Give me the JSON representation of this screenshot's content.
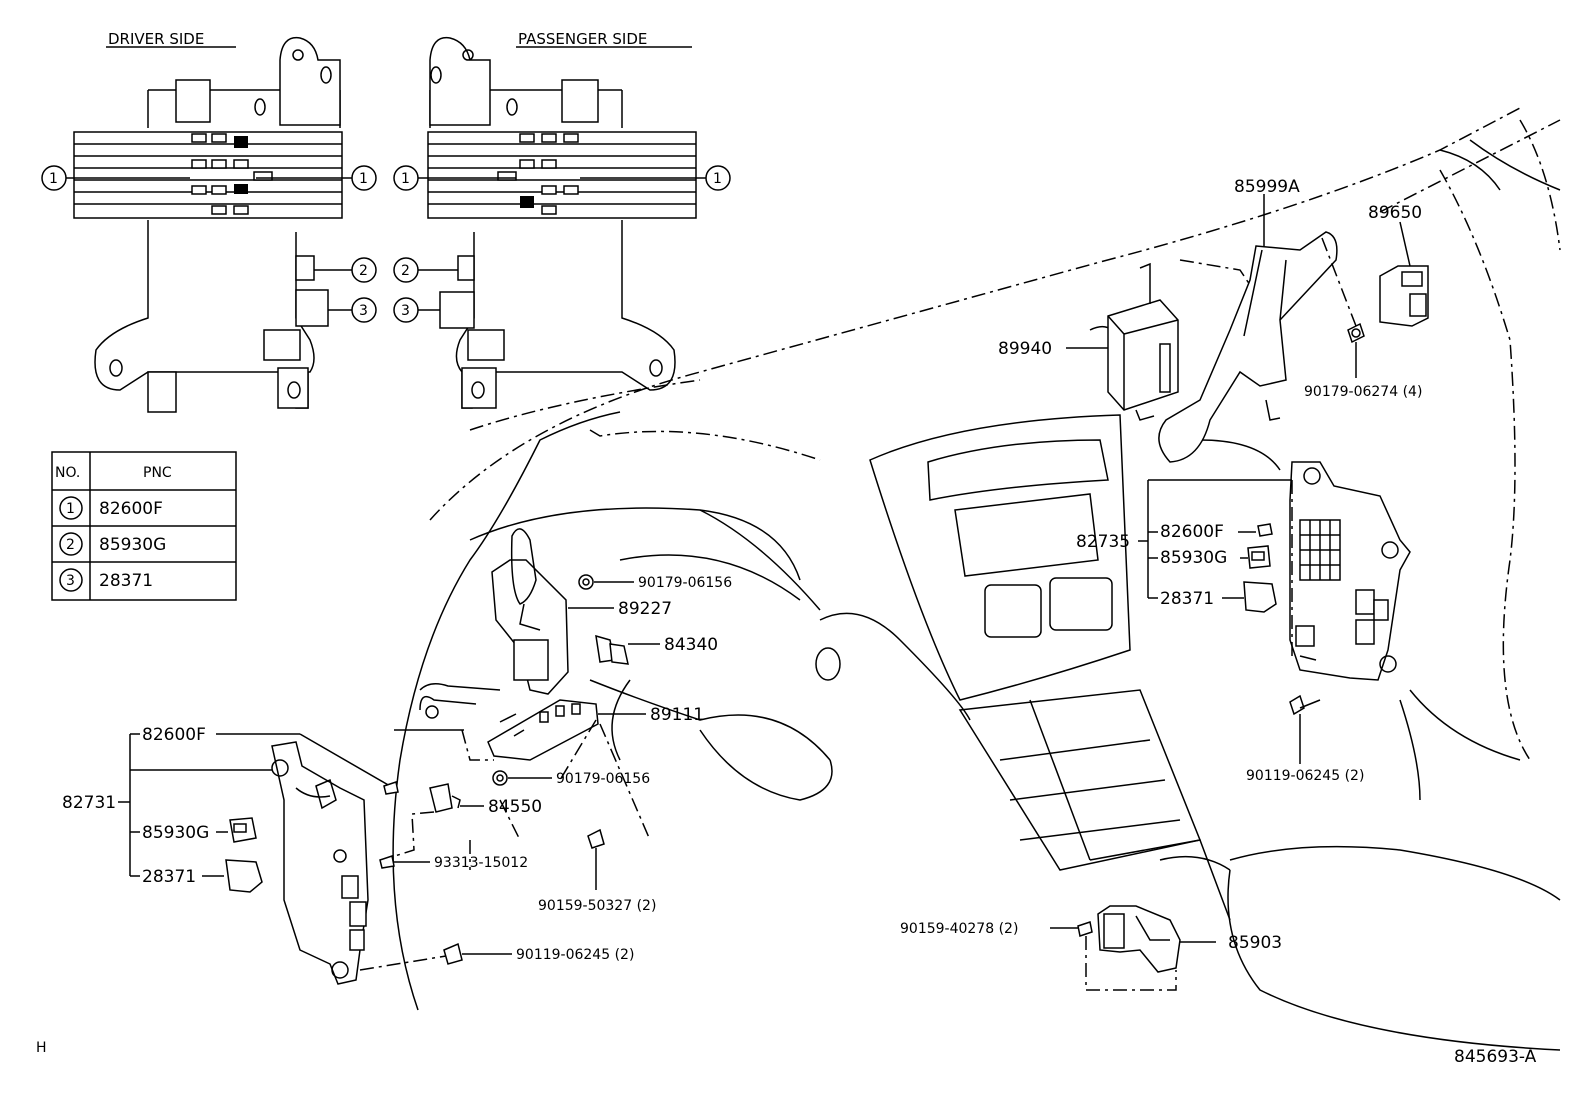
{
  "headers": {
    "driver_side": "DRIVER SIDE",
    "passenger_side": "PASSENGER SIDE"
  },
  "callouts": {
    "c1": "1",
    "c2": "2",
    "c3": "3"
  },
  "table": {
    "col_no": "NO.",
    "col_pnc": "PNC",
    "rows": [
      {
        "no": "1",
        "pnc": "82600F"
      },
      {
        "no": "2",
        "pnc": "85930G"
      },
      {
        "no": "3",
        "pnc": "28371"
      }
    ]
  },
  "parts": {
    "p85999A": "85999A",
    "p89650": "89650",
    "p89940": "89940",
    "p90179_06274": "90179-06274 (4)",
    "p82735": "82735",
    "p82600F_r": "82600F",
    "p85930G_r": "85930G",
    "p28371_r": "28371",
    "p90119_06245_r": "90119-06245 (2)",
    "p90179_06156_a": "90179-06156",
    "p89227": "89227",
    "p84340": "84340",
    "p89111": "89111",
    "p82600F_l": "82600F",
    "p82731": "82731",
    "p85930G_l": "85930G",
    "p28371_l": "28371",
    "p90179_06156_b": "90179-06156",
    "p84550": "84550",
    "p93313_15012": "93313-15012",
    "p90159_50327": "90159-50327 (2)",
    "p90119_06245_l": "90119-06245 (2)",
    "p90159_40278": "90159-40278 (2)",
    "p85903": "85903"
  },
  "footer": {
    "corner_mark": "H",
    "figure_id": "845693-A"
  }
}
